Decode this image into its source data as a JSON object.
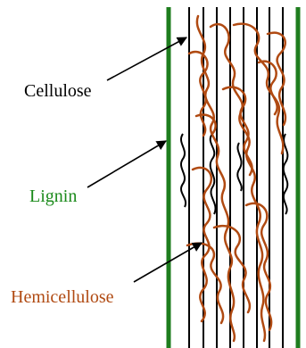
{
  "labels": {
    "cellulose": "Cellulose",
    "lignin": "Lignin",
    "hemicellulose": "Hemicellulose"
  },
  "colors": {
    "cellulose": "#000000",
    "lignin": "#1a8a1a",
    "hemicellulose": "#b04a12",
    "wall": "#1e7d1e"
  }
}
